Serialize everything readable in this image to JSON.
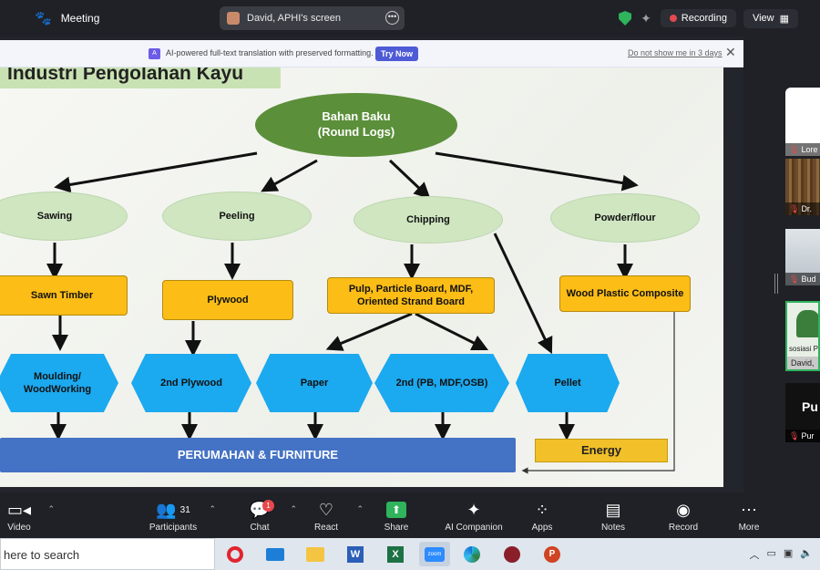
{
  "topbar": {
    "meeting_label": "Meeting",
    "screen_label": "David, APHI's screen",
    "recording_label": "Recording",
    "view_label": "View"
  },
  "translation_bar": {
    "message": "AI-powered full-text translation with preserved formatting.",
    "try_label": "Try Now",
    "dismiss_label": "Do not show me in 3 days"
  },
  "slide": {
    "title": "Industri Pengolahan Kayu",
    "root_line1": "Bahan Baku",
    "root_line2": "(Round Logs)",
    "processes": [
      "Sawing",
      "Peeling",
      "Chipping",
      "Powder/flour"
    ],
    "products": [
      "Sawn Timber",
      "Plywood",
      "Pulp, Particle Board, MDF, Oriented Strand Board",
      "Wood Plastic Composite"
    ],
    "derivatives": [
      "Moulding/ WoodWorking",
      "2nd Plywood",
      "Paper",
      "2nd  (PB, MDF,OSB)",
      "Pellet"
    ],
    "output_main": "PERUMAHAN & FURNITURE",
    "output_energy": "Energy"
  },
  "participants_panel": {
    "tiles": [
      "Lore",
      "Dr.",
      "Bud",
      "David,",
      "Pur"
    ],
    "tile4_caption": "sosiasi Pe",
    "tile5_big": "Pu"
  },
  "toolbar": {
    "video": "Video",
    "participants": "Participants",
    "participants_count": "31",
    "chat": "Chat",
    "chat_badge": "1",
    "react": "React",
    "share": "Share",
    "ai_companion": "AI Companion",
    "apps": "Apps",
    "notes": "Notes",
    "record": "Record",
    "more": "More"
  },
  "taskbar": {
    "search_text": "here to search",
    "zoom_label": "zoom"
  }
}
